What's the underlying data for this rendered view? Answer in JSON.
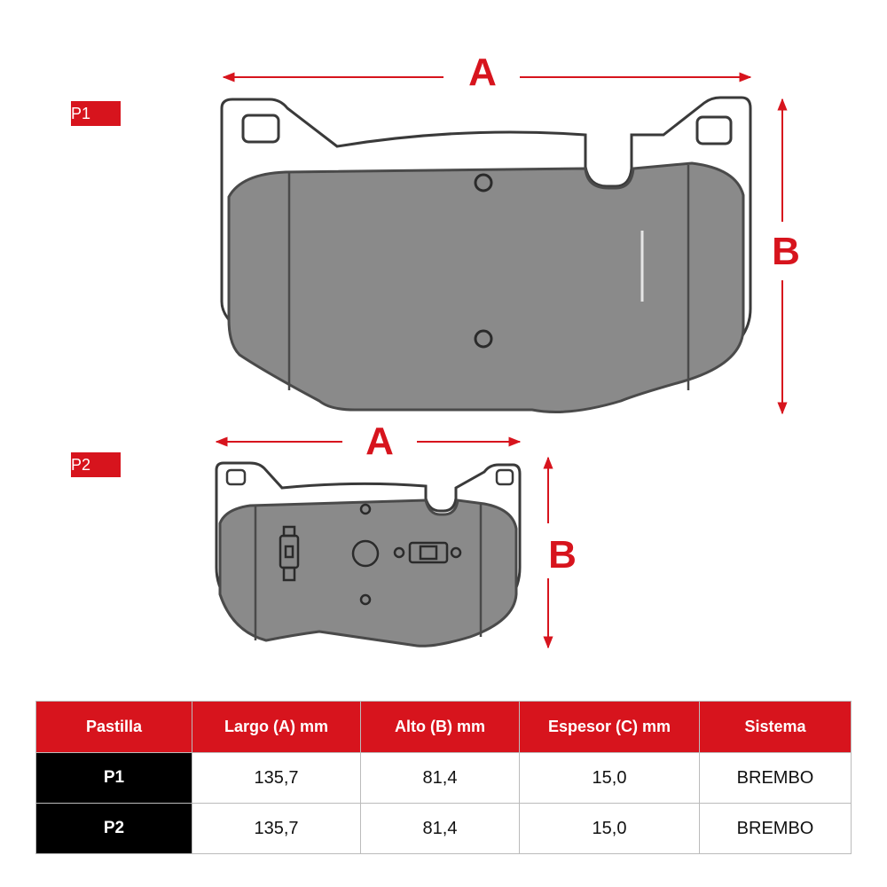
{
  "pads": [
    {
      "tag": "P1",
      "dim_a": "A",
      "dim_b": "B"
    },
    {
      "tag": "P2",
      "dim_a": "A",
      "dim_b": "B"
    }
  ],
  "table": {
    "headers": [
      "Pastilla",
      "Largo (A) mm",
      "Alto (B) mm",
      "Espesor (C) mm",
      "Sistema"
    ],
    "rows": [
      [
        "P1",
        "135,7",
        "81,4",
        "15,0",
        "BREMBO"
      ],
      [
        "P2",
        "135,7",
        "81,4",
        "15,0",
        "BREMBO"
      ]
    ]
  },
  "colors": {
    "accent": "#d7141d",
    "pad_fill": "#8a8a8a",
    "row_header": "#000000"
  }
}
